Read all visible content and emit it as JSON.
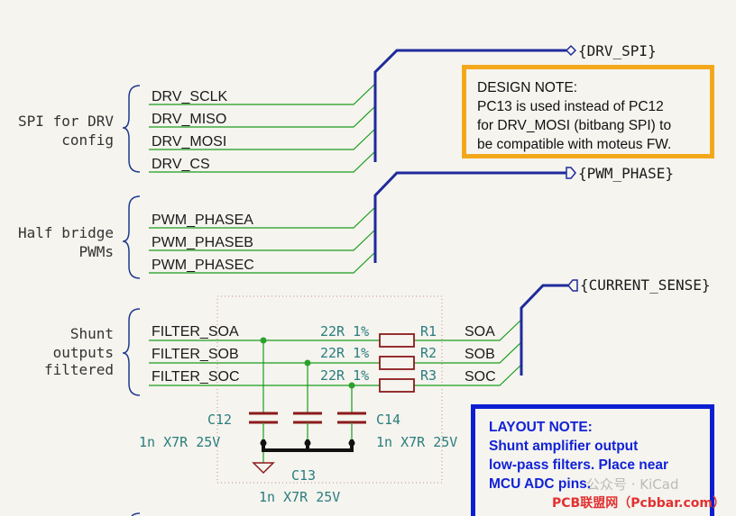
{
  "groups": {
    "spi": [
      "SPI for DRV",
      "config"
    ],
    "pwm": [
      "Half bridge",
      "PWMs"
    ],
    "shunt": [
      "Shunt",
      "outputs",
      "filtered"
    ]
  },
  "labels": {
    "drv_sclk": "DRV_SCLK",
    "drv_miso": "DRV_MISO",
    "drv_mosi": "DRV_MOSI",
    "drv_cs": "DRV_CS",
    "pwm_phasea": "PWM_PHASEA",
    "pwm_phaseb": "PWM_PHASEB",
    "pwm_phasec": "PWM_PHASEC",
    "filter_soa": "FILTER_SOA",
    "filter_sob": "FILTER_SOB",
    "filter_soc": "FILTER_SOC",
    "soa": "SOA",
    "sob": "SOB",
    "soc": "SOC"
  },
  "hier_labels": {
    "drv_spi": "{DRV_SPI}",
    "pwm_phase": "{PWM_PHASE}",
    "current_sense": "{CURRENT_SENSE}"
  },
  "components": {
    "r1": {
      "ref": "R1",
      "value": "22R 1%"
    },
    "r2": {
      "ref": "R2",
      "value": "22R 1%"
    },
    "r3": {
      "ref": "R3",
      "value": "22R 1%"
    },
    "c12": {
      "ref": "C12",
      "value": "1n X7R 25V"
    },
    "c13": {
      "ref": "C13",
      "value": "1n X7R 25V"
    },
    "c14": {
      "ref": "C14",
      "value": "1n X7R 25V"
    }
  },
  "design_note": {
    "title": "DESIGN NOTE:",
    "lines": [
      "PC13 is used instead of PC12",
      "for DRV_MOSI (bitbang SPI) to",
      "be compatible with moteus FW."
    ]
  },
  "layout_note": {
    "title": "LAYOUT NOTE:",
    "lines": [
      "Shunt amplifier output",
      "low-pass filters. Place near",
      "MCU ADC pins."
    ]
  },
  "watermark": {
    "wechat": "公众号 · KiCad",
    "site": "PCB联盟网（Pcbbar.com）"
  },
  "colors": {
    "wire": "#1a9c1a",
    "bus": "#1f2a9c",
    "label": "#1a1a1a",
    "part": "#2a7d7d",
    "component": "#8b1a1a",
    "junction": "#2ca02c",
    "design_border": "#f3a81b",
    "layout_border": "#0b1fd1",
    "brace": "#1f3a8c"
  }
}
